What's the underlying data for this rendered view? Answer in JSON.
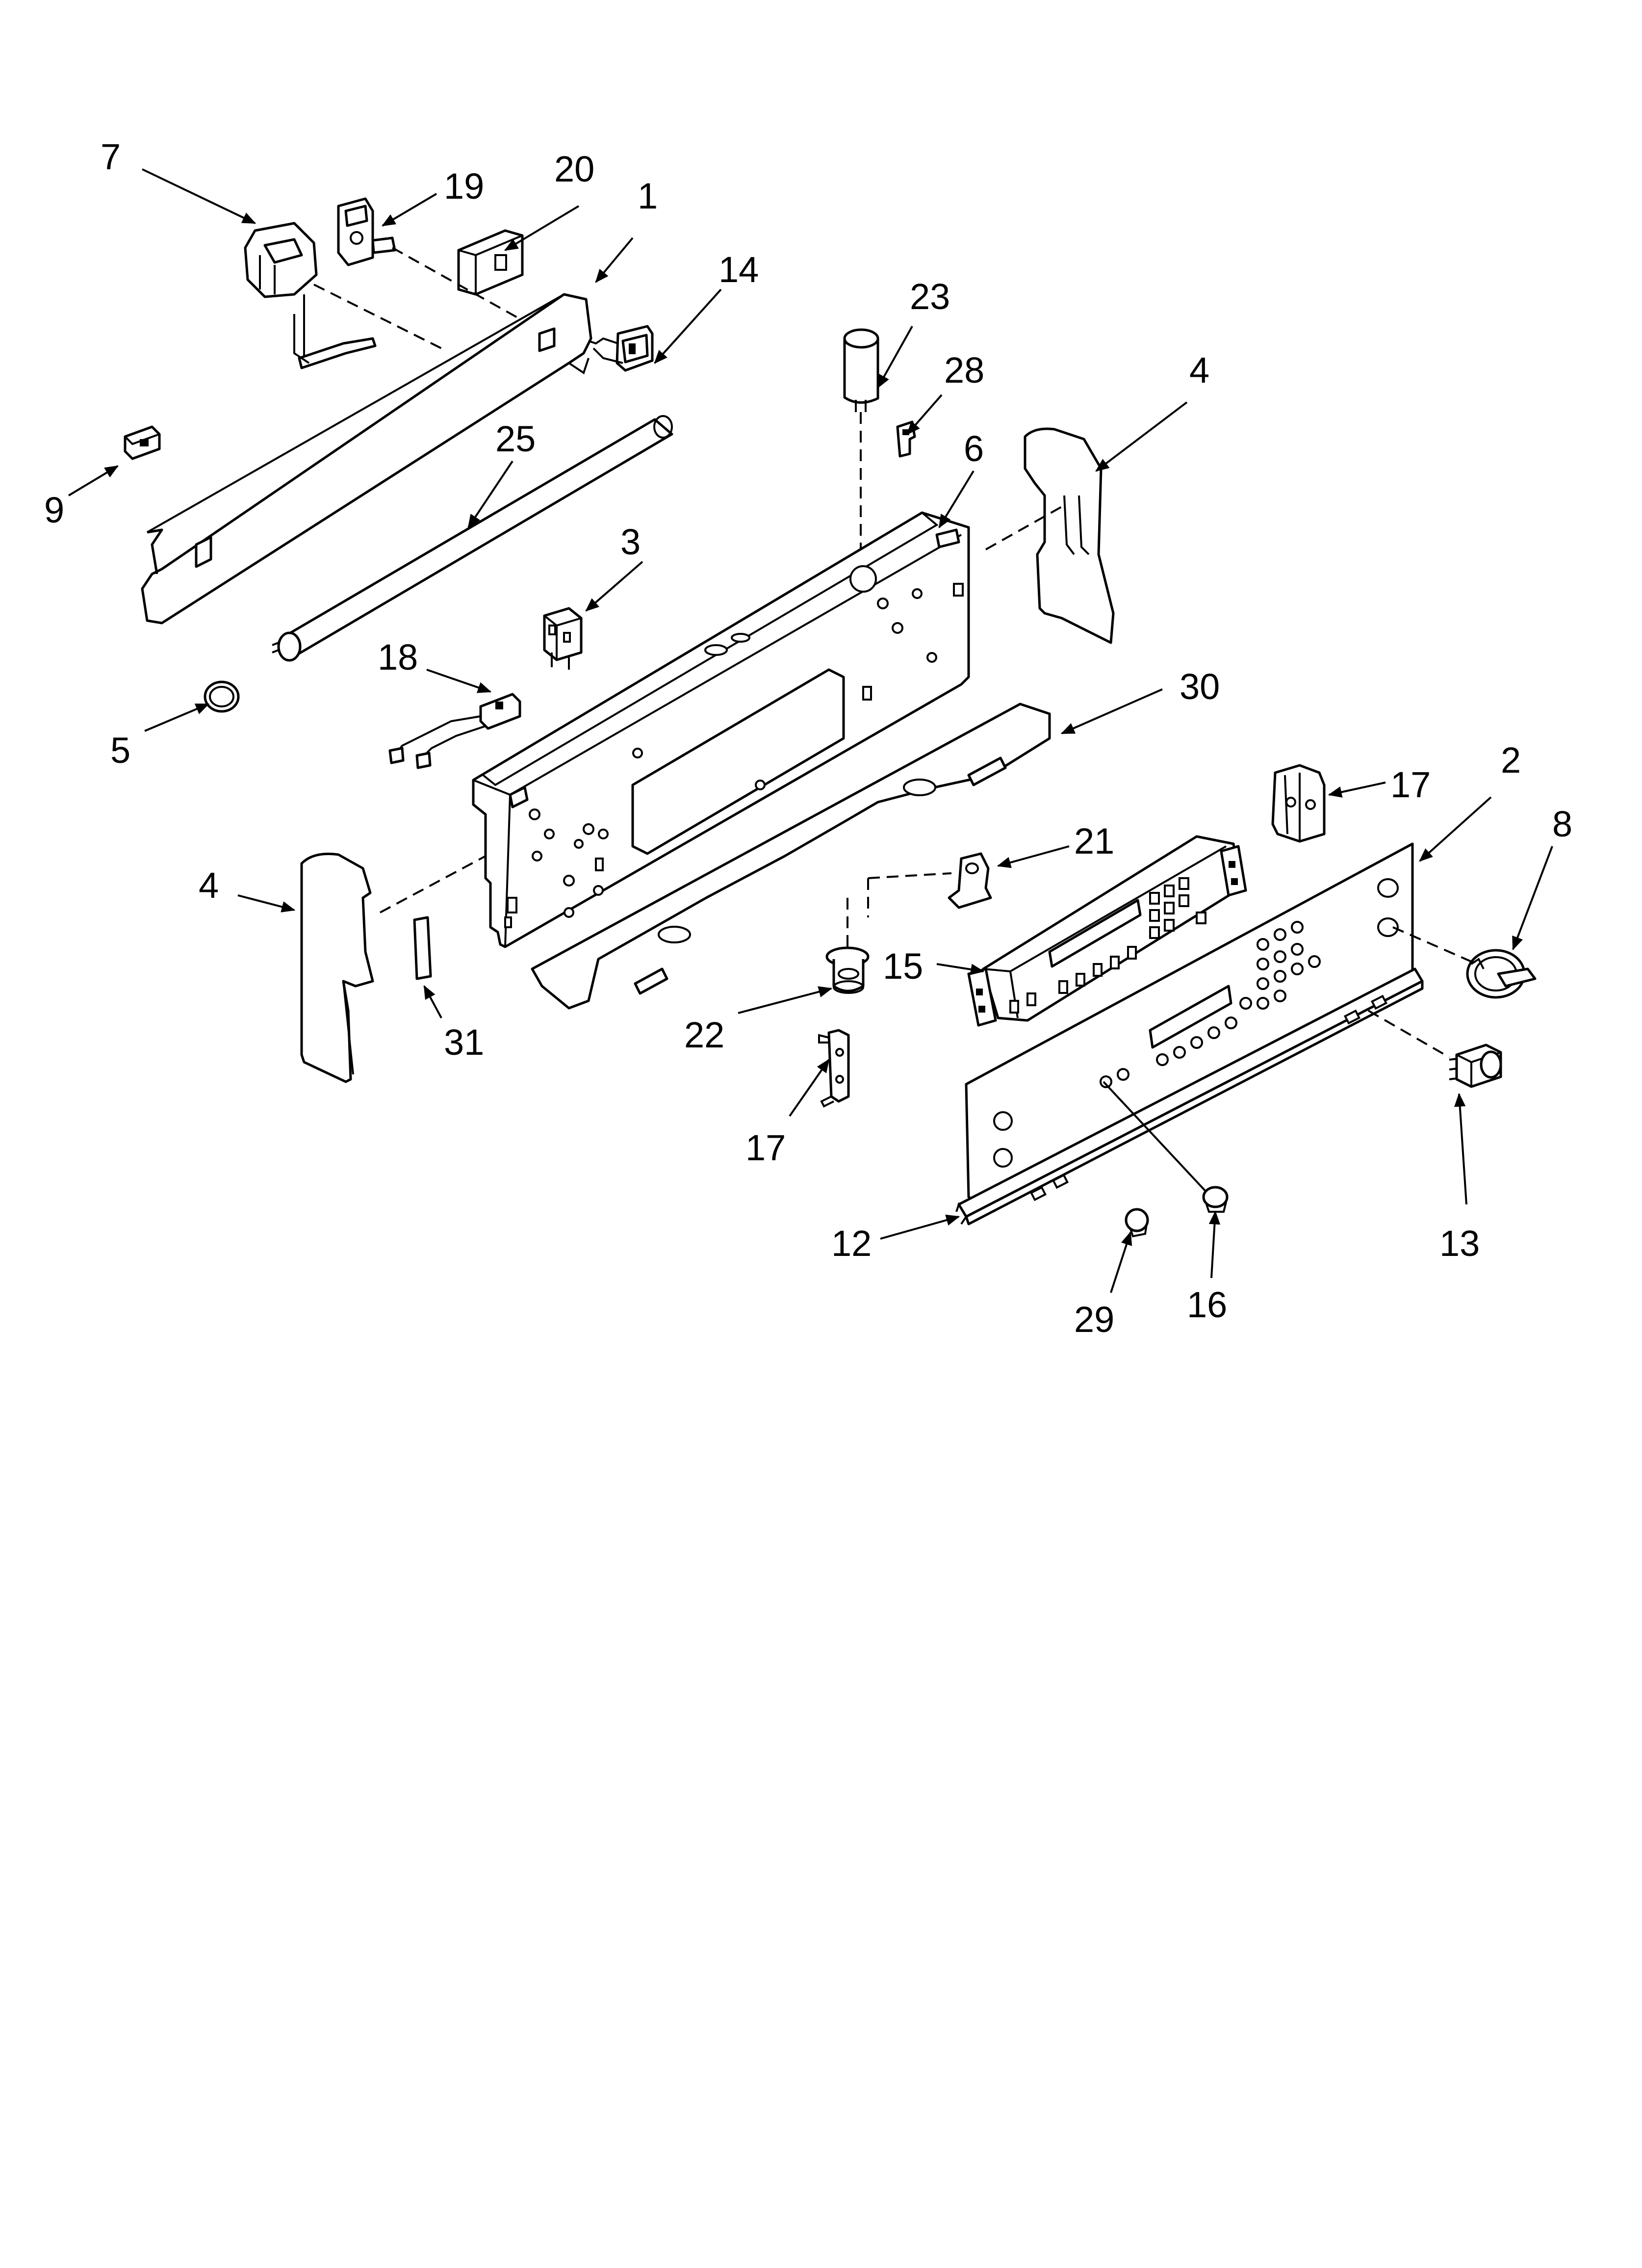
{
  "callouts": {
    "c1": "1",
    "c2": "2",
    "c3": "3",
    "c4a": "4",
    "c4b": "4",
    "c5": "5",
    "c6": "6",
    "c7": "7",
    "c8": "8",
    "c9": "9",
    "c12": "12",
    "c13": "13",
    "c14": "14",
    "c15": "15",
    "c16": "16",
    "c17a": "17",
    "c17b": "17",
    "c18": "18",
    "c19": "19",
    "c20": "20",
    "c21": "21",
    "c22": "22",
    "c23": "23",
    "c25": "25",
    "c28": "28",
    "c29": "29",
    "c30": "30",
    "c31": "31"
  },
  "style": {
    "line_color": "#000000",
    "background": "#ffffff"
  }
}
